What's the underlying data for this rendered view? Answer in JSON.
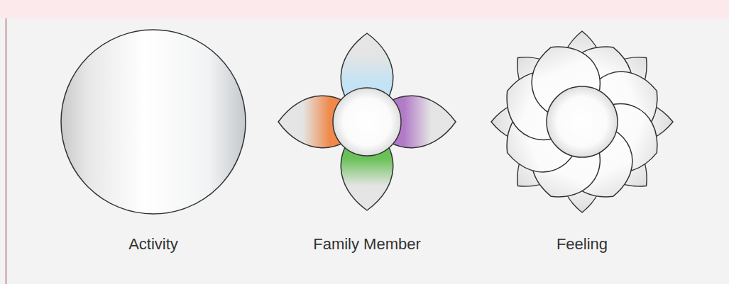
{
  "diagram": {
    "nodes": [
      {
        "text": [
          "Activity"
        ]
      },
      {
        "text": [
          "Family Member"
        ]
      },
      {
        "text": [
          "Feeling"
        ]
      }
    ]
  }
}
